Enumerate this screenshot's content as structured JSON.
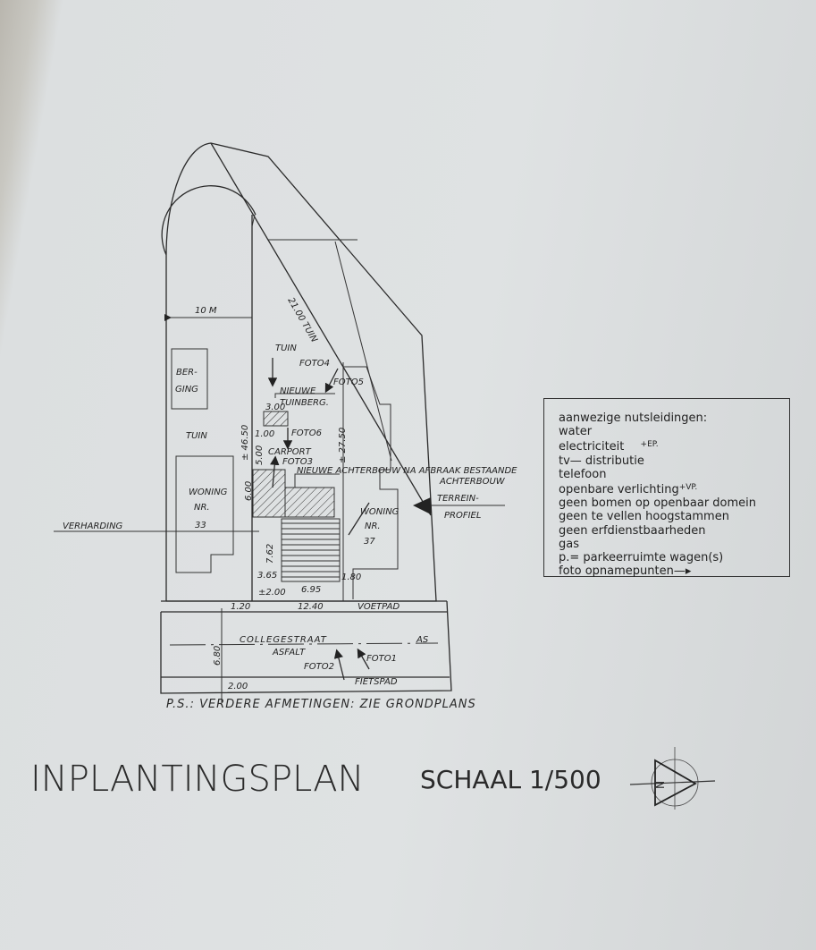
{
  "plan": {
    "labels": {
      "tuin_diag": "21.00 TUIN",
      "width_10m": "10 M",
      "tuin_top": "TUIN",
      "foto4": "FOTO4",
      "foto5": "FOTO5",
      "nieuwe": "NIEUWE",
      "tuinberg": "TUINBERG.",
      "dim_300": "3.00",
      "dim_100": "1.00",
      "foto6": "FOTO6",
      "carport": "CARPORT",
      "foto3": "FOTO3",
      "dim_4650": "± 46.50",
      "dim_2750": "± 27.50",
      "dim_600": "6.00",
      "dim_500": "5.00",
      "berging_1": "BER-",
      "berging_2": "GING",
      "tuin_left": "TUIN",
      "woning_left_1": "WONING",
      "woning_left_2": "NR.",
      "woning_left_3": "33",
      "woning_right_1": "WONING",
      "woning_right_2": "NR.",
      "woning_right_3": "37",
      "achterbouw_1": "NIEUWE ACHTERBOUW NA AFBRAAK BESTAANDE",
      "achterbouw_2": "ACHTERBOUW",
      "terrein_1": "TERREIN-",
      "terrein_2": "PROFIEL",
      "verharding": "VERHARDING",
      "dim_762": "7.62",
      "dim_365": "3.65",
      "dim_180": "1.80",
      "dim_200a": "±2.00",
      "dim_695": "6.95",
      "dim_120": "1.20",
      "dim_1240": "12.40",
      "voetpad": "VOETPAD",
      "street": "COLLEGESTRAAT",
      "as": "AS",
      "asfalt": "ASFALT",
      "foto2": "FOTO2",
      "foto1": "FOTO1",
      "dim_680": "6.80",
      "dim_200b": "2.00",
      "fietspad": "FIETSPAD"
    },
    "note": "P.S.: VERDERE AFMETINGEN: ZIE GRONDPLANS"
  },
  "legend": {
    "items": [
      "aanwezige nutsleidingen:",
      "water",
      "electriciteit",
      "tv— distributie",
      "telefoon",
      "openbare verlichting",
      "geen bomen op openbaar domein",
      "geen te vellen hoogstammen",
      "geen erfdienstbaarheden",
      "gas",
      "p.= parkeerruimte wagen(s)",
      "foto opnamepunten"
    ],
    "ep_symbol": "EP.",
    "vp_symbol": "VP."
  },
  "title": "INPLANTINGSPLAN",
  "scale": "SCHAAL 1/500",
  "north_label": "N"
}
